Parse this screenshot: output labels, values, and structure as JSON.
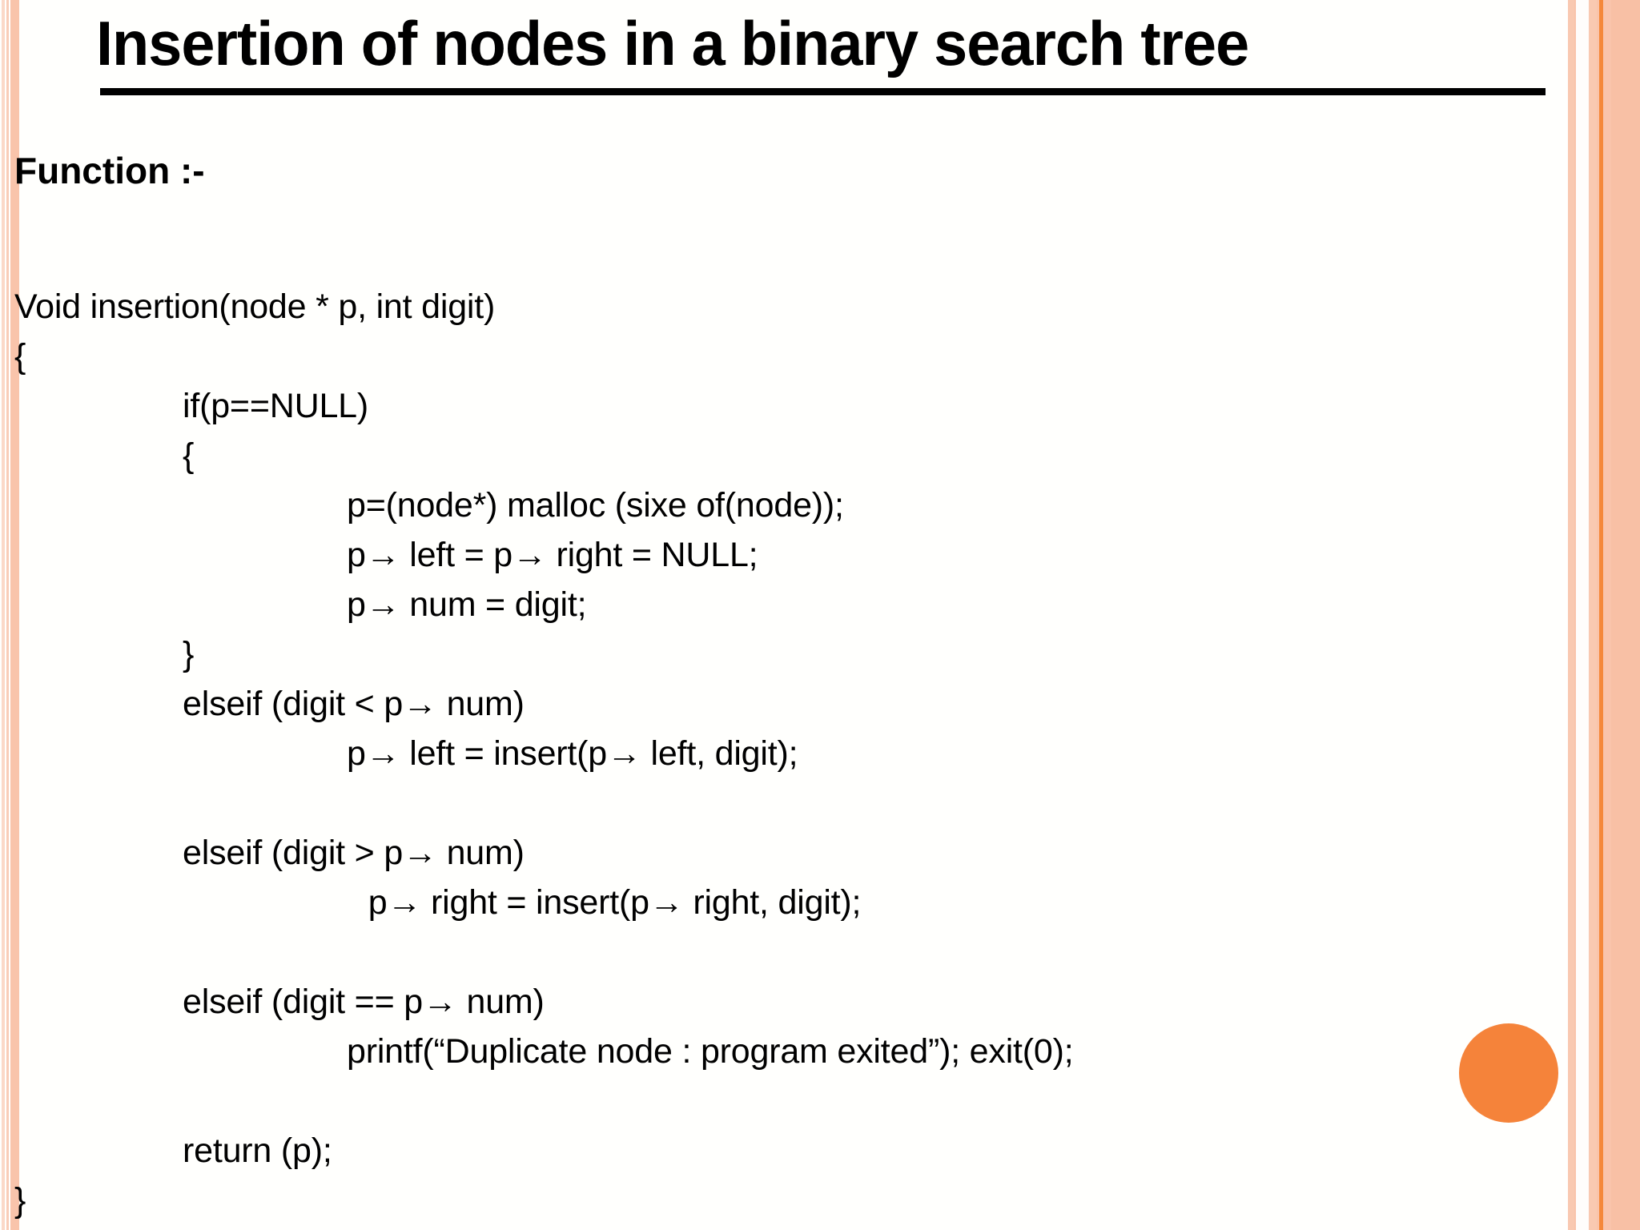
{
  "slide": {
    "title": "Insertion of  nodes in a binary search tree",
    "heading": "Function :-",
    "accent_color": "#f5833a",
    "stripe_color": "#f9c4ab",
    "text_color": "#000000",
    "background_color": "#fffffd"
  },
  "decor": {
    "orange_circle": "orange-circle",
    "left_stripes": "left-side-stripes",
    "right_stripes": "right-side-stripes"
  },
  "code": {
    "lines": [
      {
        "indent": 0,
        "text": "Void insertion(node * p, int digit)"
      },
      {
        "indent": 0,
        "text": "{"
      },
      {
        "indent": 1,
        "text": "if(p==NULL)"
      },
      {
        "indent": 1,
        "text": "{"
      },
      {
        "indent": 2,
        "text": "p=(node*) malloc (sixe of(node));"
      },
      {
        "indent": 2,
        "text": "p→ left = p→ right = NULL;"
      },
      {
        "indent": 2,
        "text": "p→ num = digit;"
      },
      {
        "indent": 1,
        "text": "}"
      },
      {
        "indent": 1,
        "text": "elseif (digit < p→ num)"
      },
      {
        "indent": 2,
        "text": "p→ left = insert(p→ left, digit);"
      },
      {
        "indent": 0,
        "text": ""
      },
      {
        "indent": 1,
        "text": "elseif (digit > p→ num)"
      },
      {
        "indent": 2,
        "text": " p→ right = insert(p→ right, digit);"
      },
      {
        "indent": 0,
        "text": ""
      },
      {
        "indent": 1,
        "text": "elseif (digit == p→ num)"
      },
      {
        "indent": 2,
        "text": "printf(“Duplicate node : program exited”); exit(0);"
      },
      {
        "indent": 0,
        "text": ""
      },
      {
        "indent": 1,
        "text": "return (p);"
      },
      {
        "indent": 0,
        "text": "}"
      }
    ]
  }
}
